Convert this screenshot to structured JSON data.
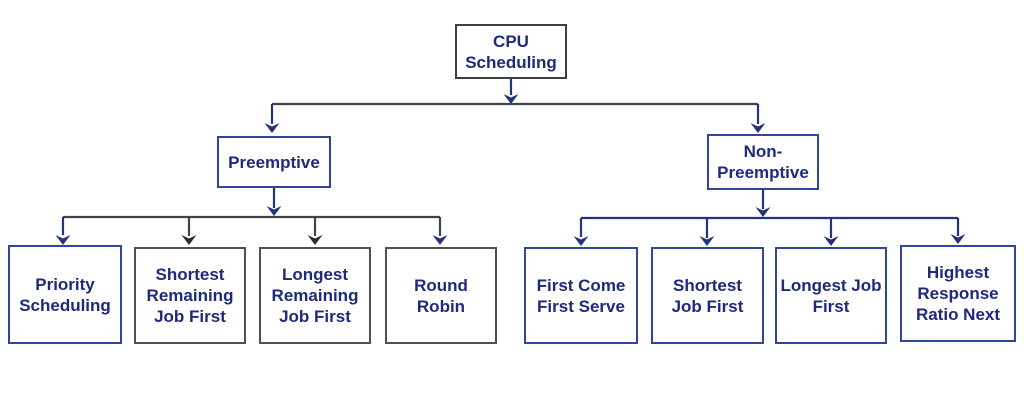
{
  "diagram": {
    "type": "tree",
    "topic": "CPU Scheduling",
    "nodes": {
      "cpu": {
        "label": "CPU\nScheduling",
        "parent": null
      },
      "preemptive": {
        "label": "Preemptive",
        "parent": "cpu"
      },
      "non_preemptive": {
        "label": "Non-\nPreemptive",
        "parent": "cpu"
      },
      "priority_scheduling": {
        "label": "Priority\nScheduling",
        "parent": "preemptive"
      },
      "shortest_remaining_job_first": {
        "label": "Shortest\nRemaining\nJob First",
        "parent": "preemptive"
      },
      "longest_remaining_job_first": {
        "label": "Longest\nRemaining\nJob First",
        "parent": "preemptive"
      },
      "round_robin": {
        "label": "Round\nRobin",
        "parent": "preemptive"
      },
      "first_come_first_serve": {
        "label": "First Come\nFirst Serve",
        "parent": "non_preemptive"
      },
      "shortest_job_first": {
        "label": "Shortest\nJob First",
        "parent": "non_preemptive"
      },
      "longest_job_first": {
        "label": "Longest Job\nFirst",
        "parent": "non_preemptive"
      },
      "highest_response_ratio_next": {
        "label": "Highest\nResponse\nRatio Next",
        "parent": "non_preemptive"
      }
    },
    "colors": {
      "text_navy": "#1e2a7b",
      "border_blue": "#30459c",
      "border_dark": "#4c4f55",
      "border_root": "#3d4045",
      "line_dark": "#3f434a",
      "line_navy": "#25337d",
      "arrow_black": "#2b2e33",
      "background": "#ffffff"
    }
  }
}
